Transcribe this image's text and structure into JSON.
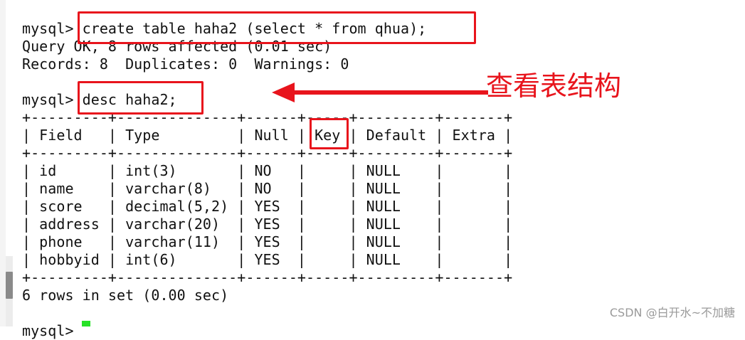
{
  "terminal": {
    "lines": [
      "mysql> create table haha2 (select * from qhua);",
      "Query OK, 8 rows affected (0.01 sec)",
      "Records: 8  Duplicates: 0  Warnings: 0",
      "",
      "mysql> desc haha2;",
      "+---------+--------------+------+-----+---------+-------+",
      "| Field   | Type         | Null | Key | Default | Extra |",
      "+---------+--------------+------+-----+---------+-------+",
      "| id      | int(3)       | NO   |     | NULL    |       |",
      "| name    | varchar(8)   | NO   |     | NULL    |       |",
      "| score   | decimal(5,2) | YES  |     | NULL    |       |",
      "| address | varchar(20)  | YES  |     | NULL    |       |",
      "| phone   | varchar(11)  | YES  |     | NULL    |       |",
      "| hobbyid | int(6)       | YES  |     | NULL    |       |",
      "+---------+--------------+------+-----+---------+-------+",
      "6 rows in set (0.00 sec)",
      "",
      "mysql> "
    ]
  },
  "annotation": {
    "text": "查看表结构",
    "color": "#e8141c"
  },
  "watermark": {
    "text": "CSDN @白开水~不加糖"
  },
  "colors": {
    "background": "#ffffff",
    "text": "#111111",
    "highlight_box": "#e8141c",
    "cursor": "#27e227"
  }
}
